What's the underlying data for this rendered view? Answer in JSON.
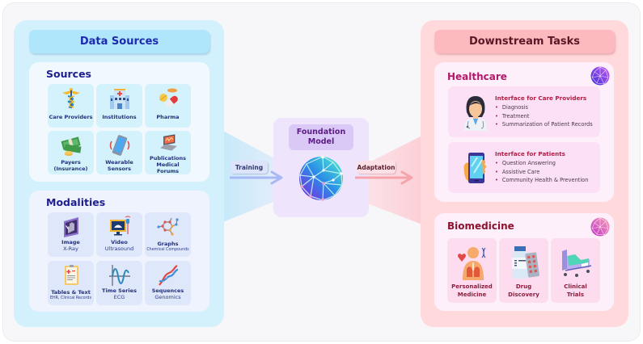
{
  "data_sources": {
    "title": "Data Sources",
    "sources": {
      "title": "Sources",
      "items": [
        {
          "label": "Care Providers",
          "sub": "",
          "icon": "caduceus-icon"
        },
        {
          "label": "Institutions",
          "sub": "",
          "icon": "hospital-icon"
        },
        {
          "label": "Pharma",
          "sub": "",
          "icon": "pills-icon"
        },
        {
          "label": "Payers",
          "sub": "(Insurance)",
          "icon": "money-icon"
        },
        {
          "label": "Wearable",
          "sub": "Sensors",
          "icon": "smartphone-vibrating-icon"
        },
        {
          "label": "Publications",
          "sub": "Medical Forums",
          "icon": "laptop-icon"
        }
      ]
    },
    "modalities": {
      "title": "Modalities",
      "items": [
        {
          "label": "Image",
          "sub": "X-Ray",
          "icon": "xray-hand-icon"
        },
        {
          "label": "Video",
          "sub": "Ultrasound",
          "icon": "ultrasound-monitor-icon"
        },
        {
          "label": "Graphs",
          "sub": "Chemical Compounds",
          "icon": "molecule-graph-icon"
        },
        {
          "label": "Tables & Text",
          "sub": "EHR, Clinical Records",
          "icon": "clipboard-icon"
        },
        {
          "label": "Time Series",
          "sub": "ECG",
          "icon": "waveform-icon"
        },
        {
          "label": "Sequences",
          "sub": "Genomics",
          "icon": "dna-icon"
        }
      ]
    }
  },
  "flow": {
    "training_label": "Training",
    "adaptation_label": "Adaptation",
    "foundation_model": {
      "line1": "Foundation",
      "line2": "Model",
      "icon": "network-globe-icon"
    }
  },
  "downstream": {
    "title": "Downstream Tasks",
    "healthcare": {
      "title": "Healthcare",
      "interfaces": [
        {
          "title": "Interface for Care Providers",
          "icon": "doctor-icon",
          "bullets": [
            "Diagnosis",
            "Treatment",
            "Summarization of Patient Records"
          ]
        },
        {
          "title": "Interface for Patients",
          "icon": "phone-in-hand-icon",
          "bullets": [
            "Question Answering",
            "Assistive Care",
            "Community Health & Prevention"
          ]
        }
      ]
    },
    "biomedicine": {
      "title": "Biomedicine",
      "items": [
        {
          "line1": "Personalized",
          "line2": "Medicine",
          "icon": "personalized-medicine-icon"
        },
        {
          "line1": "Drug",
          "line2": "Discovery",
          "icon": "drug-bottle-icon"
        },
        {
          "line1": "Clinical",
          "line2": "Trials",
          "icon": "hospital-bed-icon"
        }
      ]
    }
  },
  "colors": {
    "left_panel": "#d3f1fd",
    "left_header": "#b0e6fb",
    "left_title_text": "#1d2ab0",
    "center_box": "#eee4fc",
    "right_panel": "#ffd9dc",
    "right_header": "#fcb9be",
    "healthcare_title": "#b3186b",
    "biomedicine_title": "#8e1230"
  }
}
